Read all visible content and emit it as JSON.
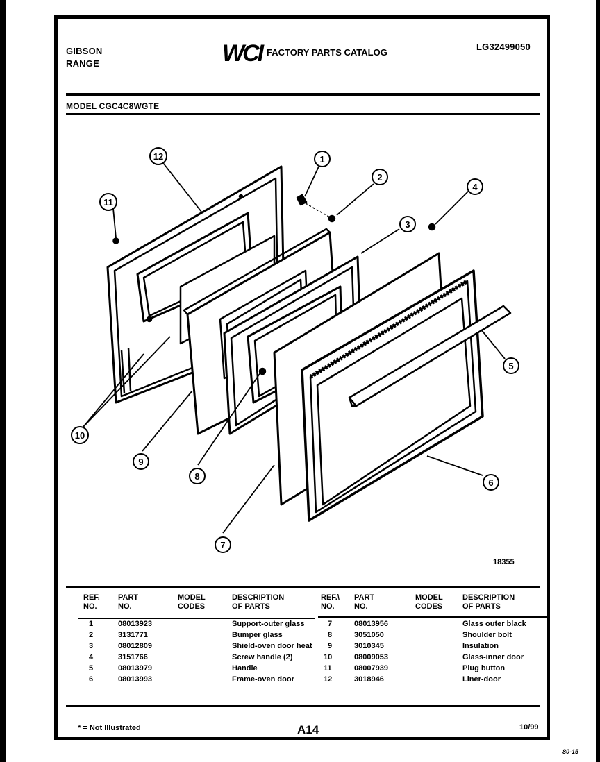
{
  "header": {
    "brand_line1": "GIBSON",
    "brand_line2": "RANGE",
    "logo": "WCI",
    "catalog_title": "FACTORY PARTS CATALOG",
    "catalog_code": "LG32499050",
    "model": "MODEL CGC4C8WGTE"
  },
  "diagram": {
    "callouts": [
      "1",
      "2",
      "3",
      "4",
      "5",
      "6",
      "7",
      "8",
      "9",
      "10",
      "11",
      "12"
    ],
    "figure_number": "18355"
  },
  "table": {
    "headers": {
      "ref": "REF.\nNO.",
      "part": "PART\nNO.",
      "model": "MODEL\nCODES",
      "desc": "DESCRIPTION\nOF PARTS"
    },
    "headers_right": {
      "ref": "REF.\\\nNO.",
      "part": "PART\nNO.",
      "model": "MODEL\nCODES",
      "desc": "DESCRIPTION\nOF PARTS"
    },
    "left_rows": [
      {
        "ref": "1",
        "part": "08013923",
        "desc": "Support-outer glass"
      },
      {
        "ref": "2",
        "part": "3131771",
        "desc": "Bumper glass"
      },
      {
        "ref": "3",
        "part": "08012809",
        "desc": "Shield-oven door heat"
      },
      {
        "ref": "4",
        "part": "3151766",
        "desc": "Screw handle (2)"
      },
      {
        "ref": "5",
        "part": "08013979",
        "desc": "Handle"
      },
      {
        "ref": "6",
        "part": "08013993",
        "desc": "Frame-oven door"
      }
    ],
    "right_rows": [
      {
        "ref": "7",
        "part": "08013956",
        "desc": "Glass outer black"
      },
      {
        "ref": "8",
        "part": "3051050",
        "desc": "Shoulder bolt"
      },
      {
        "ref": "9",
        "part": "3010345",
        "desc": "Insulation"
      },
      {
        "ref": "10",
        "part": "08009053",
        "desc": "Glass-inner door"
      },
      {
        "ref": "11",
        "part": "08007939",
        "desc": "Plug button"
      },
      {
        "ref": "12",
        "part": "3018946",
        "desc": "Liner-door"
      }
    ]
  },
  "footer": {
    "note": "* = Not Illustrated",
    "page": "A14",
    "date": "10/99",
    "corner": "80-15"
  }
}
